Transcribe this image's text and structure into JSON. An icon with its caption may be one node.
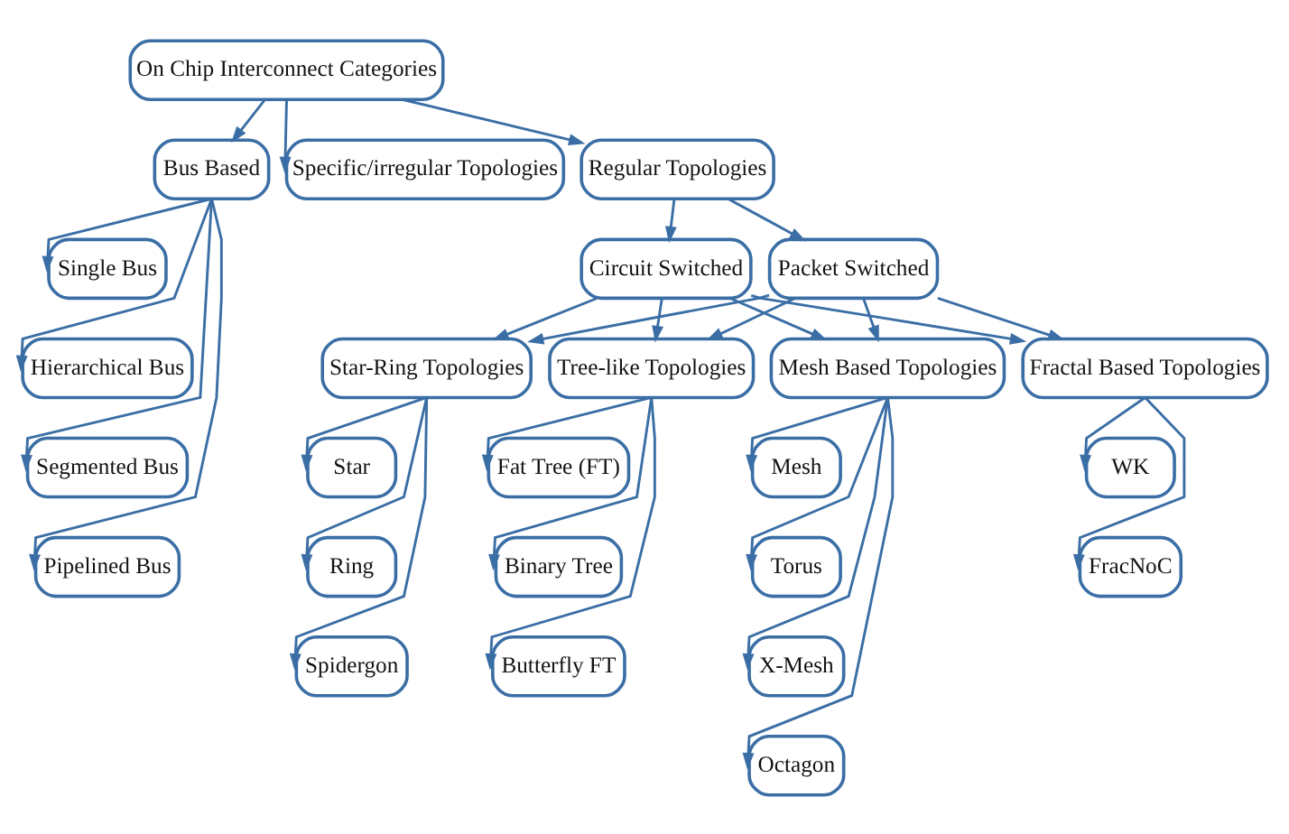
{
  "diagram": {
    "nodes": [
      {
        "text": [
          "On Chip Interconnect Categories"
        ]
      },
      {
        "text": [
          "Bus Based"
        ]
      },
      {
        "text": [
          "Specific/irregular Topologies"
        ]
      },
      {
        "text": [
          "Regular Topologies"
        ]
      },
      {
        "text": [
          "Single Bus"
        ]
      },
      {
        "text": [
          "Hierarchical Bus"
        ]
      },
      {
        "text": [
          "Segmented Bus"
        ]
      },
      {
        "text": [
          "Pipelined Bus"
        ]
      },
      {
        "text": [
          "Circuit Switched"
        ]
      },
      {
        "text": [
          "Packet Switched"
        ]
      },
      {
        "text": [
          "Star-Ring Topologies"
        ]
      },
      {
        "text": [
          "Tree-like Topologies"
        ]
      },
      {
        "text": [
          "Mesh Based Topologies"
        ]
      },
      {
        "text": [
          "Fractal Based Topologies"
        ]
      },
      {
        "text": [
          "Star"
        ]
      },
      {
        "text": [
          "Ring"
        ]
      },
      {
        "text": [
          "Spidergon"
        ]
      },
      {
        "text": [
          "Fat Tree (FT)"
        ]
      },
      {
        "text": [
          "Binary Tree"
        ]
      },
      {
        "text": [
          "Butterfly FT"
        ]
      },
      {
        "text": [
          "Mesh"
        ]
      },
      {
        "text": [
          "Torus"
        ]
      },
      {
        "text": [
          "X-Mesh"
        ]
      },
      {
        "text": [
          "Octagon"
        ]
      },
      {
        "text": [
          "WK"
        ]
      },
      {
        "text": [
          "FracNoC"
        ]
      }
    ],
    "edges": [
      {
        "from": 0,
        "to": 1,
        "arrow": "to"
      },
      {
        "from": 0,
        "to": 2,
        "arrow": "to"
      },
      {
        "from": 0,
        "to": 3,
        "arrow": "to"
      },
      {
        "from": 1,
        "to": 4,
        "arrow": "to"
      },
      {
        "from": 1,
        "to": 5,
        "arrow": "to"
      },
      {
        "from": 1,
        "to": 6,
        "arrow": "to"
      },
      {
        "from": 1,
        "to": 7,
        "arrow": "to"
      },
      {
        "from": 3,
        "to": 8,
        "arrow": "to"
      },
      {
        "from": 3,
        "to": 9,
        "arrow": "to"
      },
      {
        "from": 8,
        "to": 10,
        "arrow": "to"
      },
      {
        "from": 8,
        "to": 11,
        "arrow": "to"
      },
      {
        "from": 8,
        "to": 12,
        "arrow": "to"
      },
      {
        "from": 8,
        "to": 13,
        "arrow": "to"
      },
      {
        "from": 9,
        "to": 10,
        "arrow": "to"
      },
      {
        "from": 9,
        "to": 11,
        "arrow": "to"
      },
      {
        "from": 9,
        "to": 12,
        "arrow": "to"
      },
      {
        "from": 9,
        "to": 13,
        "arrow": "to"
      },
      {
        "from": 10,
        "to": 14,
        "arrow": "to"
      },
      {
        "from": 10,
        "to": 15,
        "arrow": "to"
      },
      {
        "from": 10,
        "to": 16,
        "arrow": "to"
      },
      {
        "from": 11,
        "to": 17,
        "arrow": "to"
      },
      {
        "from": 11,
        "to": 18,
        "arrow": "to"
      },
      {
        "from": 11,
        "to": 19,
        "arrow": "to"
      },
      {
        "from": 12,
        "to": 20,
        "arrow": "to"
      },
      {
        "from": 12,
        "to": 21,
        "arrow": "to"
      },
      {
        "from": 12,
        "to": 22,
        "arrow": "to"
      },
      {
        "from": 12,
        "to": 23,
        "arrow": "to"
      },
      {
        "from": 13,
        "to": 24,
        "arrow": "to"
      },
      {
        "from": 13,
        "to": 25,
        "arrow": "to"
      }
    ]
  }
}
